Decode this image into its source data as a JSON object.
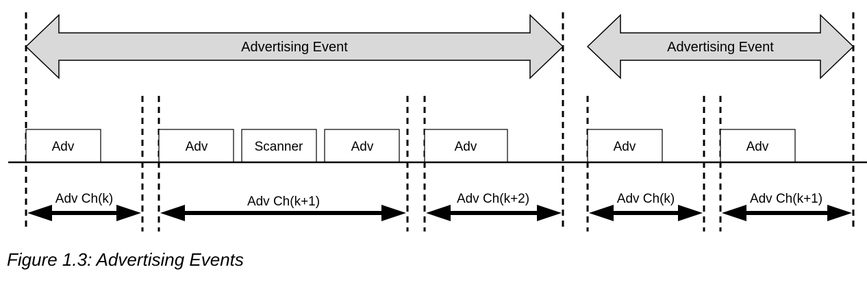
{
  "events": [
    {
      "label": "Advertising Event"
    },
    {
      "label": "Advertising Event"
    }
  ],
  "packets": [
    {
      "label": "Adv"
    },
    {
      "label": "Adv"
    },
    {
      "label": "Scanner"
    },
    {
      "label": "Adv"
    },
    {
      "label": "Adv"
    },
    {
      "label": "Adv"
    },
    {
      "label": "Adv"
    }
  ],
  "channels": [
    {
      "label": "Adv Ch(k)"
    },
    {
      "label": "Adv Ch(k+1)"
    },
    {
      "label": "Adv Ch(k+2)"
    },
    {
      "label": "Adv Ch(k)"
    },
    {
      "label": "Adv Ch(k+1)"
    }
  ],
  "caption": "Figure 1.3:  Advertising Events",
  "colors": {
    "event_arrow_fill": "#d9d9d9",
    "stroke": "#000000"
  }
}
